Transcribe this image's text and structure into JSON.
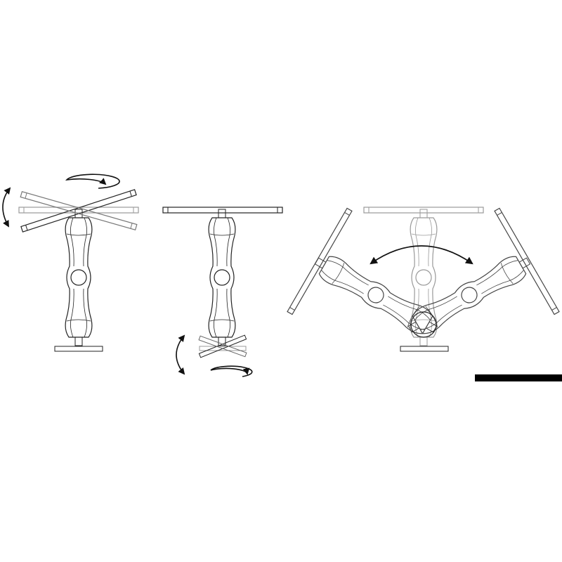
{
  "colors": {
    "background": "#ffffff",
    "line": "#222222",
    "ghost_line": "#9a9a9a",
    "scale_bar": "#000000"
  },
  "figures": [
    {
      "id": "plate-rotation",
      "icons": [
        "rotate-arrow-icon",
        "tilt-arrow-icon"
      ]
    },
    {
      "id": "base-rotation",
      "icons": [
        "rotate-arrow-icon",
        "tilt-arrow-icon"
      ]
    },
    {
      "id": "arm-swing",
      "icons": [
        "swing-arrow-icon"
      ]
    }
  ]
}
